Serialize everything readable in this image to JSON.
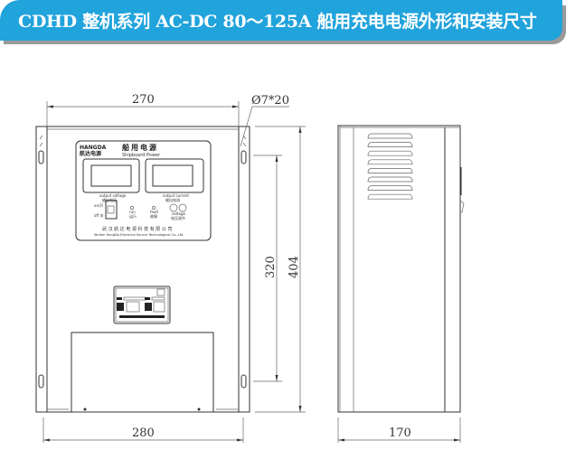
{
  "header": {
    "title": "CDHD 整机系列 AC-DC 80～125A 船用充电电源外形和安装尺寸"
  },
  "colors": {
    "banner": "#21a3dc",
    "line": "#333333"
  },
  "dimensions": {
    "front_top_width": "270",
    "hole_spec": "Ø7*20",
    "front_bottom_width": "280",
    "mount_height": "320",
    "total_height": "404",
    "side_depth": "170"
  },
  "panel": {
    "logo": "HANGDA",
    "logo_cn": "航达电源",
    "title_cn": "船用电源",
    "title_en": "Shipboard Power",
    "output_voltage": "output voltage",
    "output_voltage_cn": "输出电压",
    "output_current": "output current",
    "output_current_cn": "输出电流",
    "on_label": "on/开",
    "off_label": "off 关",
    "run": "run",
    "run_cn": "运行",
    "fault": "fault",
    "fault_cn": "故障",
    "voltage": "voltage",
    "voltage_cn": "电压调节",
    "company_cn": "武 汉 航 达 电 源 科 技 有 限 公 司",
    "company_en": "Wuhan HangDa Electrical Source Technological Co.,Ltd."
  }
}
